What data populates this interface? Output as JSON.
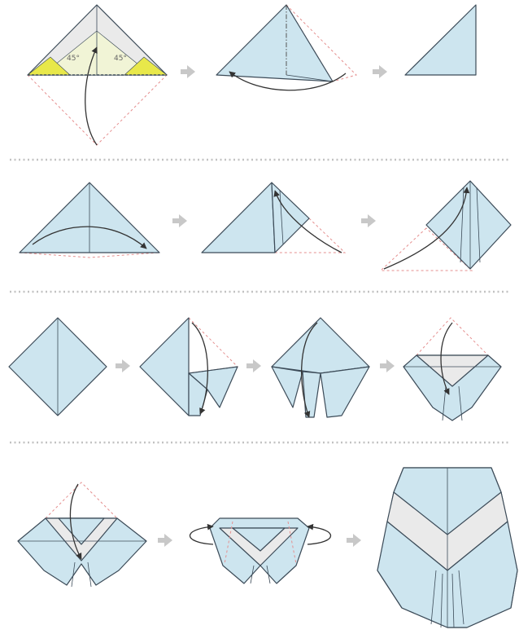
{
  "colors": {
    "paper": "#cde5ef",
    "white_side": "#eaeaea",
    "outline": "#3c4b58",
    "guide": "#e58f8f",
    "yellow": "#e8e84a",
    "yellow_pale": "#f1f4d6",
    "step_arrow": "#c8c8c8",
    "separator": "#c2c2c2"
  },
  "labels": {
    "step1_left_mark": "45°",
    "step1_right_mark": "45°"
  },
  "rows": [
    {
      "steps": [
        "step-1",
        "step-2",
        "step-3"
      ]
    },
    {
      "steps": [
        "step-4",
        "step-5",
        "step-6"
      ]
    },
    {
      "steps": [
        "step-7",
        "step-8",
        "step-9",
        "step-10"
      ]
    },
    {
      "steps": [
        "step-11",
        "step-12",
        "step-13"
      ]
    }
  ]
}
